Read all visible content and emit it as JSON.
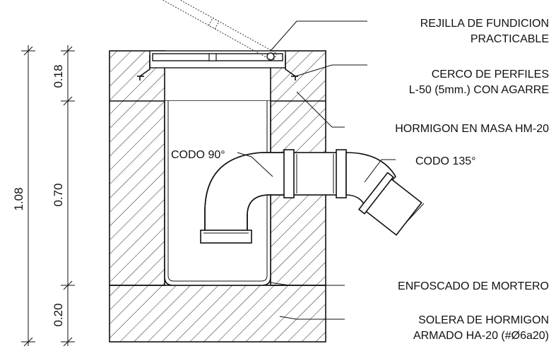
{
  "annotations": {
    "grate_line1": "REJILLA DE FUNDICION",
    "grate_line2": "PRACTICABLE",
    "frame_line1": "CERCO DE PERFILES",
    "frame_line2": "L-50 (5mm.) CON AGARRE",
    "concrete": "HORMIGON EN MASA HM-20",
    "elbow90": "CODO 90°",
    "elbow135": "CODO 135°",
    "mortar": "ENFOSCADO DE MORTERO",
    "slab_line1": "SOLERA DE HORMIGON",
    "slab_line2": "ARMADO HA-20 (#Ø6a20)"
  },
  "dimensions": {
    "total": "1.08",
    "top": "0.18",
    "middle": "0.70",
    "bottom": "0.20"
  }
}
